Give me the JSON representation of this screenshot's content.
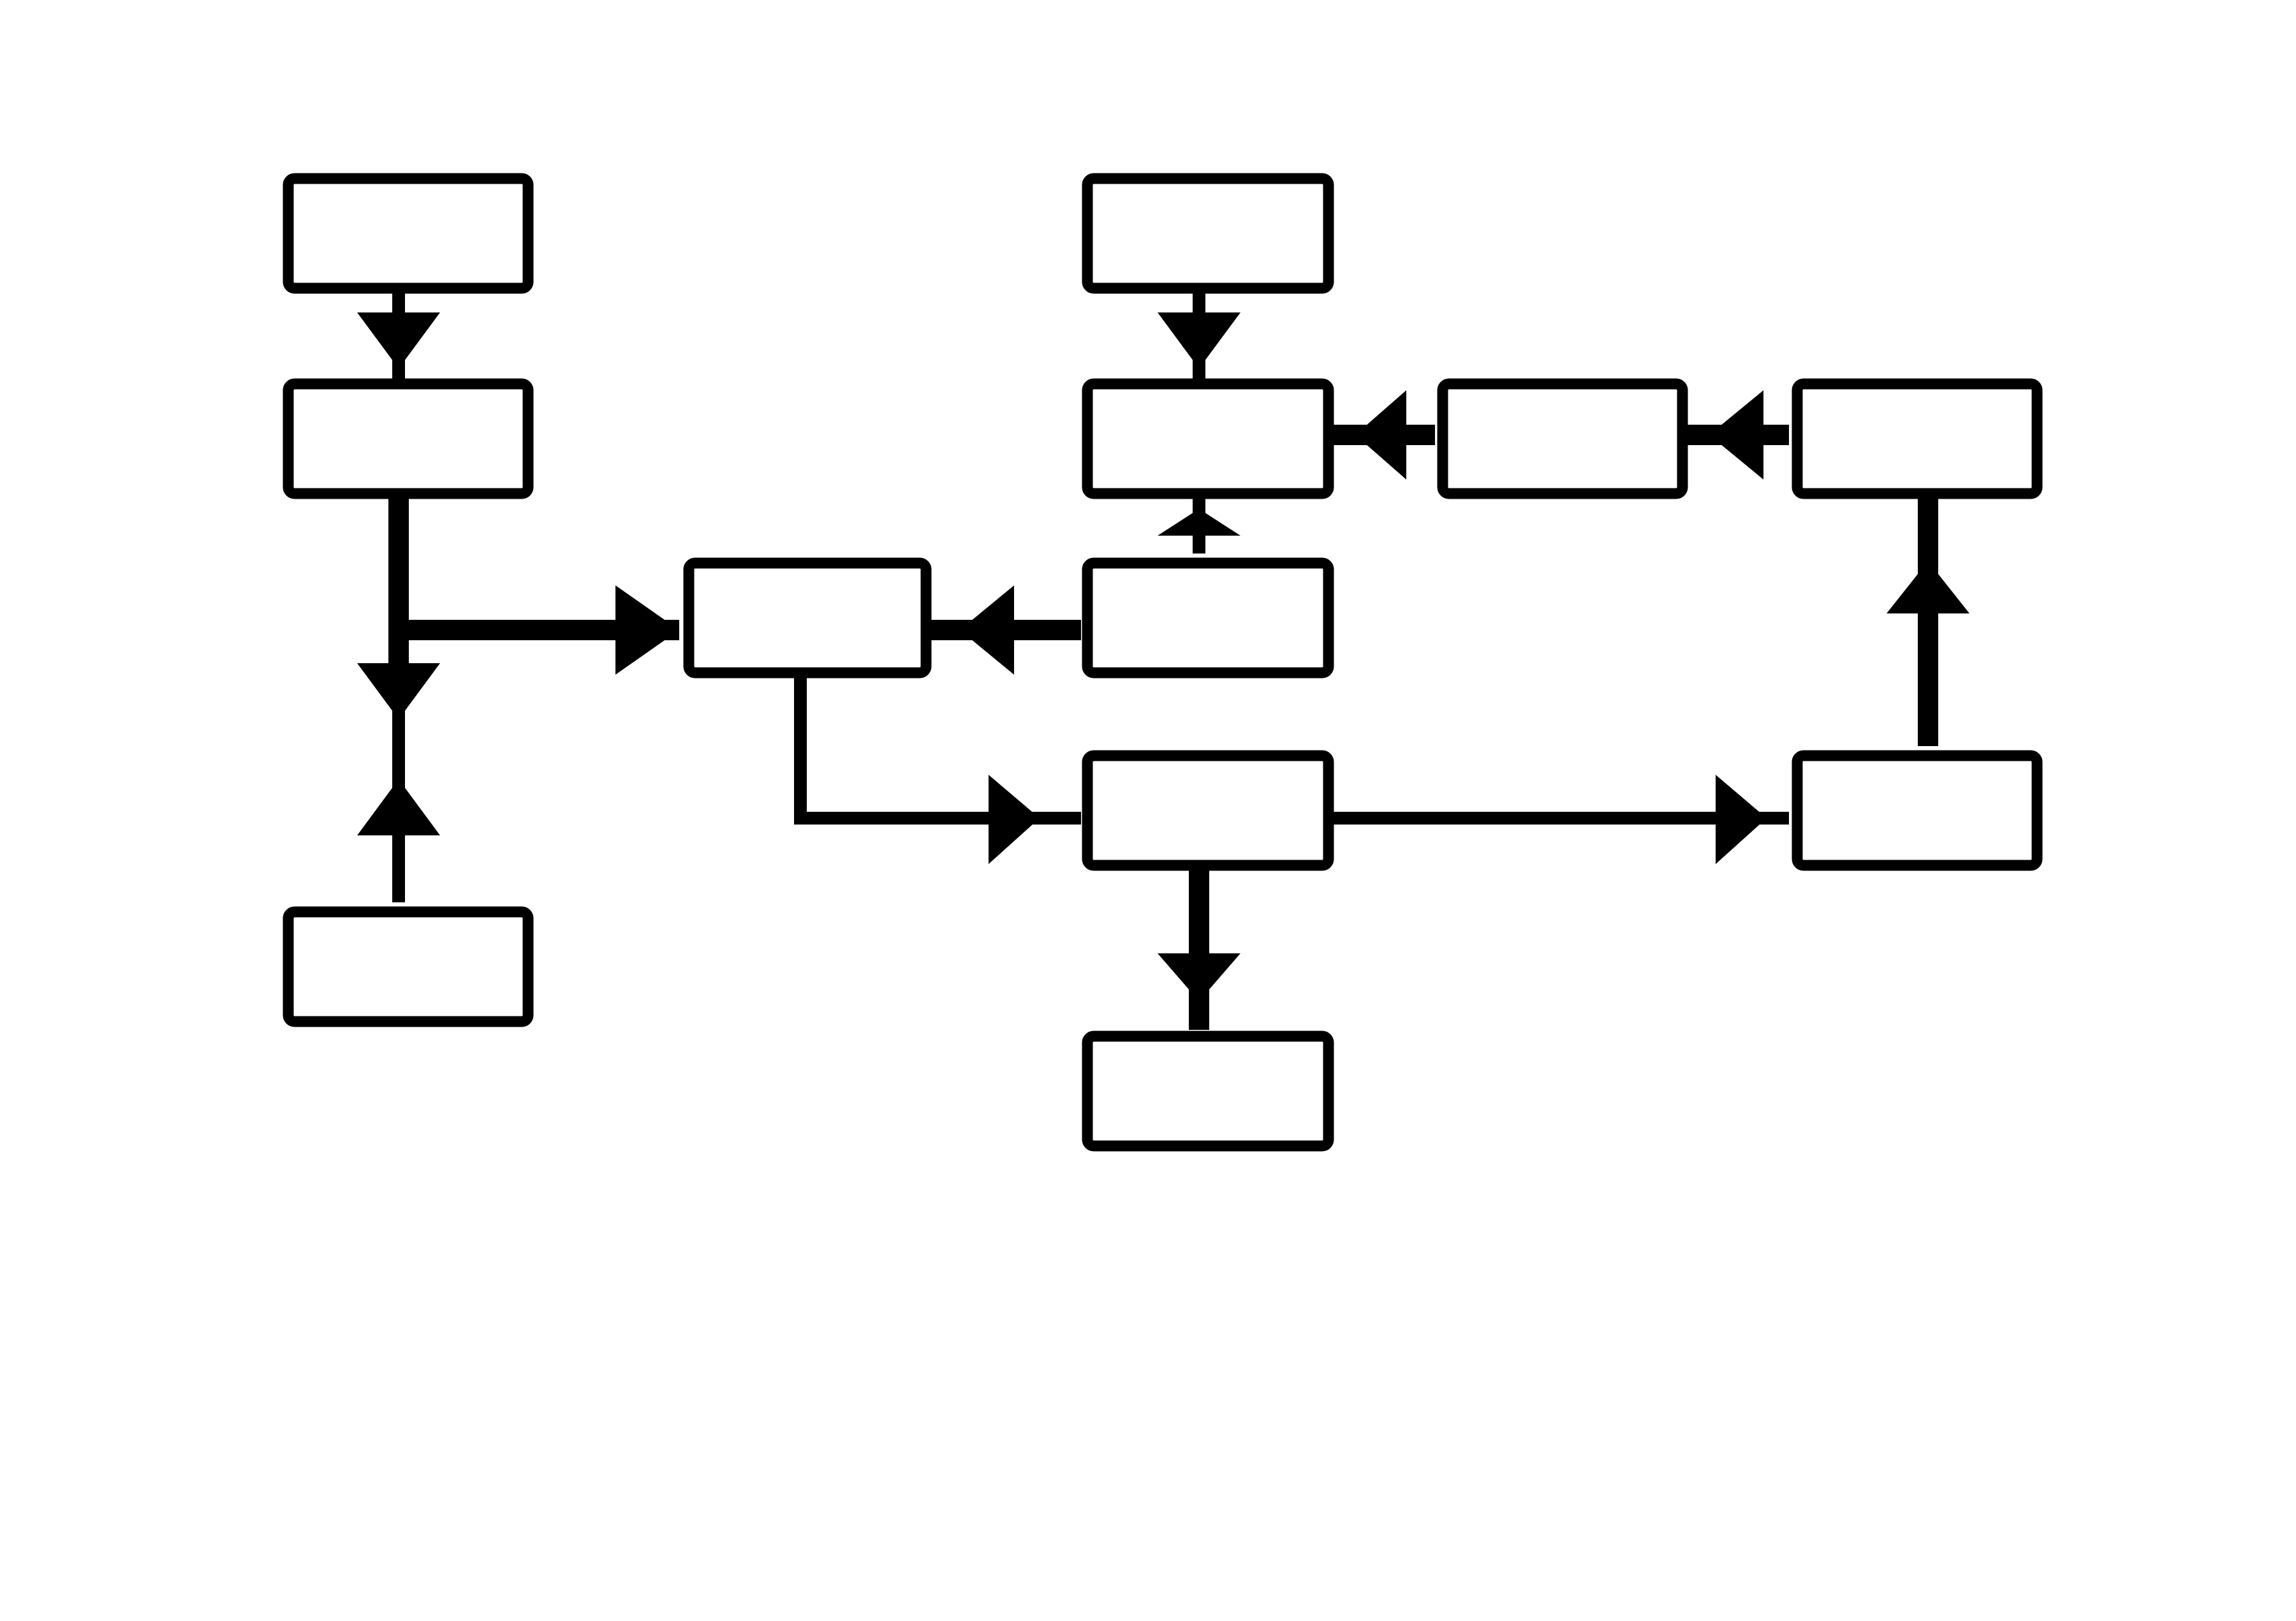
{
  "diagram": {
    "background": "#ffffff",
    "stroke_color": "#000000",
    "nodes": [
      {
        "id": "n1",
        "label": ""
      },
      {
        "id": "n2",
        "label": ""
      },
      {
        "id": "n3",
        "label": ""
      },
      {
        "id": "n4",
        "label": ""
      },
      {
        "id": "n5",
        "label": ""
      },
      {
        "id": "n6",
        "label": ""
      },
      {
        "id": "n7",
        "label": ""
      },
      {
        "id": "n8",
        "label": ""
      },
      {
        "id": "n9",
        "label": ""
      },
      {
        "id": "n10",
        "label": ""
      },
      {
        "id": "n11",
        "label": ""
      },
      {
        "id": "n12",
        "label": ""
      }
    ],
    "edges": [
      {
        "from": "n1",
        "to": "n2"
      },
      {
        "from": "n2",
        "to": "n3"
      },
      {
        "from": "n2",
        "to": "n4"
      },
      {
        "from": "n5",
        "to": "n3"
      },
      {
        "from": "n6",
        "to": "n4"
      },
      {
        "from": "n4",
        "to": "n7"
      },
      {
        "from": "n8",
        "to": "n9"
      },
      {
        "from": "n10",
        "to": "n9"
      },
      {
        "from": "n11",
        "to": "n10"
      },
      {
        "from": "n12",
        "to": "n11"
      },
      {
        "from": "n7",
        "to": "n12"
      },
      {
        "from": "n7",
        "to": "n13"
      }
    ]
  }
}
